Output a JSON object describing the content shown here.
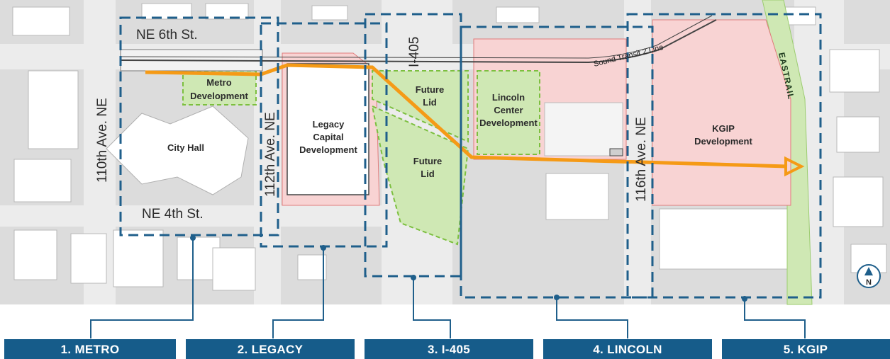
{
  "colors": {
    "boundary": "#1f5f8b",
    "route": "#f59a16",
    "development": "#f8d3d3",
    "development_edge": "#e07b7b",
    "green": "#cfe8b4",
    "green_edge": "#7cbf3f",
    "label_bar": "#165c8a",
    "building": "#ffffff",
    "ground": "#dcdcdc"
  },
  "streets": {
    "ne6": "NE 6th St.",
    "ne4": "NE 4th St.",
    "ave110": "110th Ave. NE",
    "ave112": "112th Ave. NE",
    "ave116": "116th Ave. NE",
    "i405": "I-405",
    "transit": "Sound Transit 2 Line",
    "eastrail": "EASTRAIL"
  },
  "areas": {
    "metro": [
      "Metro",
      "Development"
    ],
    "city_hall": "City Hall",
    "legacy": [
      "Legacy",
      "Capital",
      "Development"
    ],
    "future_lid_1": [
      "Future",
      "Lid"
    ],
    "future_lid_2": [
      "Future",
      "Lid"
    ],
    "lincoln": [
      "Lincoln",
      "Center",
      "Development"
    ],
    "kgip": [
      "KGIP",
      "Development"
    ]
  },
  "compass": {
    "label": "N",
    "icon": "north-arrow-icon"
  },
  "segments": [
    {
      "label": "1. METRO"
    },
    {
      "label": "2. LEGACY"
    },
    {
      "label": "3. I-405"
    },
    {
      "label": "4. LINCOLN"
    },
    {
      "label": "5. KGIP"
    }
  ]
}
